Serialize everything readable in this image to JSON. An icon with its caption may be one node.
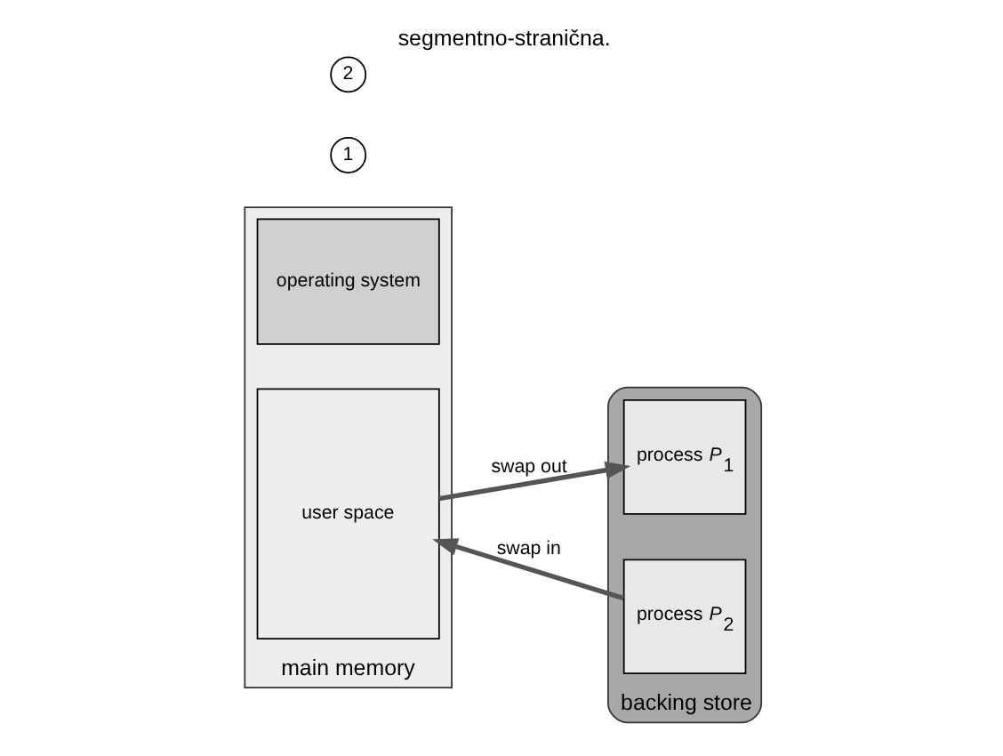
{
  "diagram": {
    "title": "segmentno-stranična.",
    "nodes": [
      {
        "text": [
          "main memory"
        ]
      },
      {
        "text": [
          "operating system"
        ],
        "in": 0
      },
      {
        "text": [
          "user space"
        ],
        "in": 0
      },
      {
        "text": [
          "backing store"
        ]
      },
      {
        "text": [
          "process *P*$_{1}$"
        ],
        "in": 3
      },
      {
        "text": [
          "process *P*$_{2}$"
        ],
        "in": 3
      },
      {
        "text": [
          "1"
        ]
      },
      {
        "text": [
          "2"
        ]
      }
    ],
    "edges": [
      {
        "from": 2,
        "to": 4,
        "arrow": "to",
        "label": "swap out"
      },
      {
        "from": 5,
        "to": 2,
        "arrow": "to",
        "label": "swap in"
      }
    ]
  }
}
